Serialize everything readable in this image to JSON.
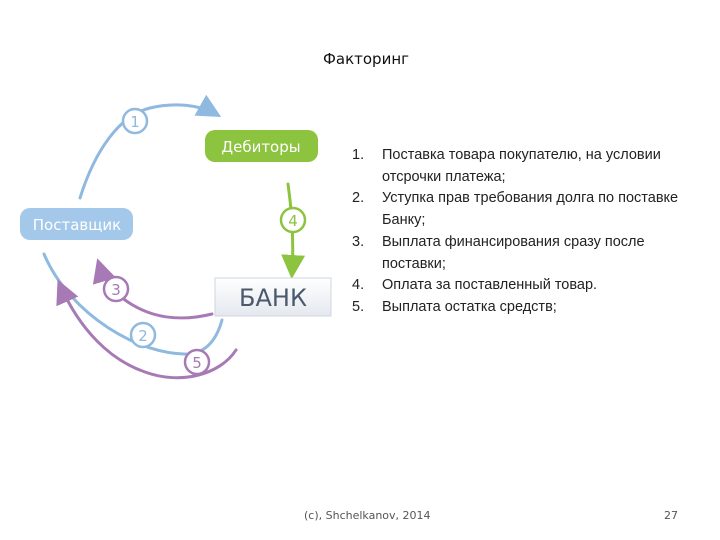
{
  "title": "Факторинг",
  "nodes": {
    "debtors": "Дебиторы",
    "supplier": "Поставщик",
    "bank": "БАНК"
  },
  "steps": [
    "1",
    "2",
    "3",
    "4",
    "5"
  ],
  "list": [
    {
      "num": "1.",
      "text": "Поставка товара покупателю, на условии отсрочки платежа;"
    },
    {
      "num": "2.",
      "text": "Уступка прав требования долга по поставке Банку;"
    },
    {
      "num": "3.",
      "text": "Выплата финансирования сразу после поставки;"
    },
    {
      "num": "4.",
      "text": "Оплата за поставленный товар."
    },
    {
      "num": "5.",
      "text": "Выплата остатка средств;"
    }
  ],
  "footer": {
    "copyright": "(c), Shchelkanov, 2014",
    "page": "27"
  },
  "colors": {
    "blue": "#8fb9df",
    "supplier_box": "#a3c8ea",
    "green": "#8cc33f",
    "purple": "#a77ab6",
    "bank_text": "#4a5a6c"
  }
}
